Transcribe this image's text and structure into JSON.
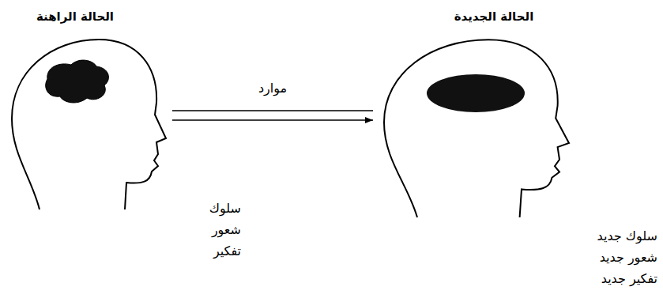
{
  "diagram": {
    "nodes": [
      {
        "text": [
          "الحالة الراهنة",
          "سلوك",
          "شعور",
          "تفكير"
        ]
      },
      {
        "text": [
          "الحالة الجديدة",
          "سلوك جديد",
          "شعور جديد",
          "تفكير جديد"
        ]
      }
    ],
    "edges": [
      {
        "from": 0,
        "to": 1,
        "arrow": "to",
        "label": "موارد"
      }
    ]
  }
}
